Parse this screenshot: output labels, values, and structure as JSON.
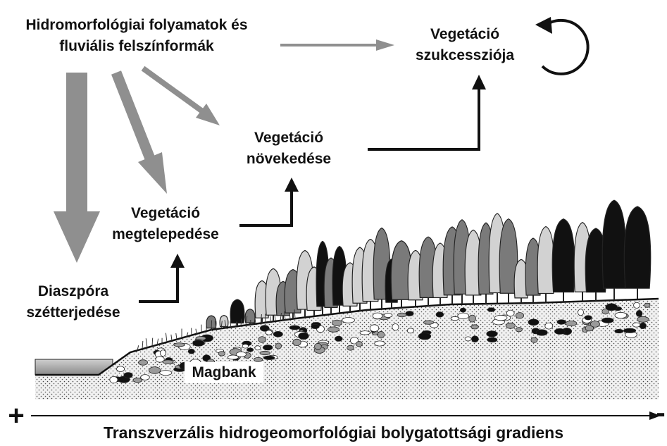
{
  "labels": {
    "hydro": [
      "Hidromorfológiai folyamatok és",
      "fluviális felszínformák"
    ],
    "succession": [
      "Vegetáció",
      "szukcessziója"
    ],
    "growth": [
      "Vegetáció",
      "növekedése"
    ],
    "establishment": [
      "Vegetáció",
      "megtelepedése"
    ],
    "dispersal": [
      "Diaszpóra",
      "szétterjedése"
    ],
    "seedbank": "Magbank",
    "axis_title": "Transzverzális hidrogeomorfológiai bolygatottsági gradiens",
    "plus": "+",
    "minus": "-"
  },
  "colors": {
    "grey_arrow": "#8f8f8f",
    "black_arrow": "#111111",
    "tree_dark": "#111111",
    "tree_mid": "#7a7a7a",
    "tree_light": "#d2d2d2"
  }
}
